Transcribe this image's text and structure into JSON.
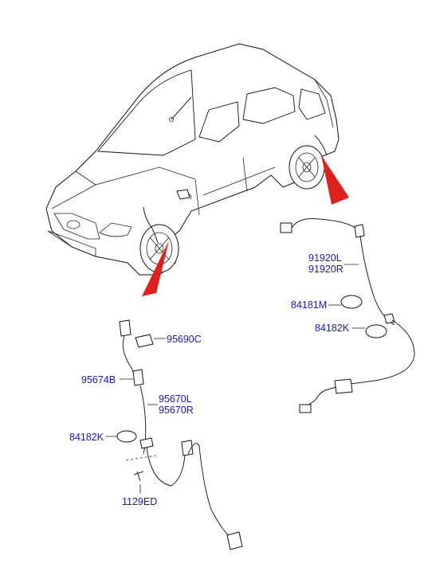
{
  "labels": {
    "rear_harness_left": "91920L",
    "rear_harness_right": "91920R",
    "grommet_rear": "84181M",
    "grommet_rear_2": "84182K",
    "sensor_clip": "95690C",
    "bracket": "95674B",
    "front_sensor_left": "95670L",
    "front_sensor_right": "95670R",
    "grommet_front": "84182K",
    "bolt": "1129ED"
  },
  "colors": {
    "label_text": "#1a1aa8",
    "highlight_arrow": "#e0201a",
    "line_art": "#111111"
  },
  "icons": {
    "car": "hatchback-car-outline",
    "sensor": "wheel-speed-sensor",
    "grommet": "oval-grommet",
    "bolt": "bolt-icon"
  }
}
